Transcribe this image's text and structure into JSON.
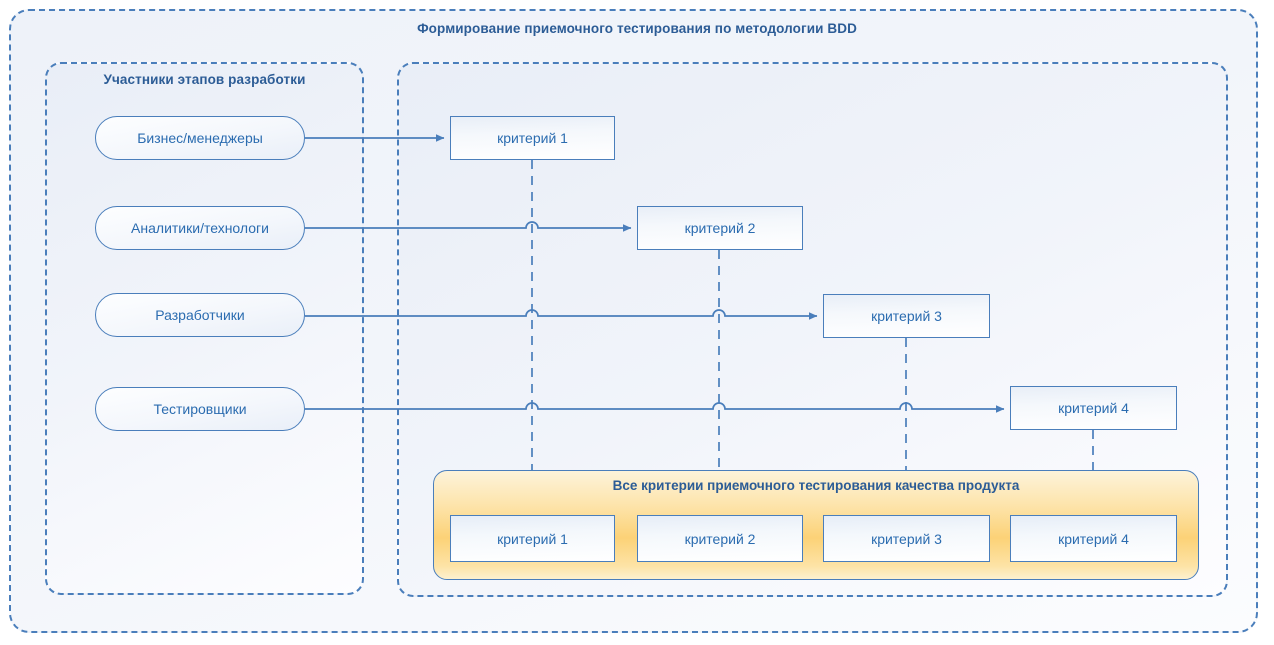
{
  "diagram": {
    "title": "Формирование приемочного тестирования по методологии BDD",
    "left_panel": {
      "title": "Участники этапов разработки",
      "roles": [
        {
          "label": "Бизнес/менеджеры"
        },
        {
          "label": "Аналитики/технологи"
        },
        {
          "label": "Разработчики"
        },
        {
          "label": "Тестировщики"
        }
      ]
    },
    "right_panel": {
      "criteria": [
        {
          "label": "критерий 1"
        },
        {
          "label": "критерий 2"
        },
        {
          "label": "критерий 3"
        },
        {
          "label": "критерий 4"
        }
      ],
      "summary_panel": {
        "title": "Все критерии приемочного тестирования качества продукта",
        "criteria": [
          {
            "label": "критерий 1"
          },
          {
            "label": "критерий 2"
          },
          {
            "label": "критерий 3"
          },
          {
            "label": "критерий 4"
          }
        ]
      }
    },
    "colors": {
      "accent_blue": "#4a7ebb",
      "text_blue": "#2b6cb0",
      "heading_blue": "#2c5c96",
      "panel_bg": "#eef2f9",
      "summary_amber": "#fcd277",
      "box_fill": "#ffffff"
    }
  }
}
